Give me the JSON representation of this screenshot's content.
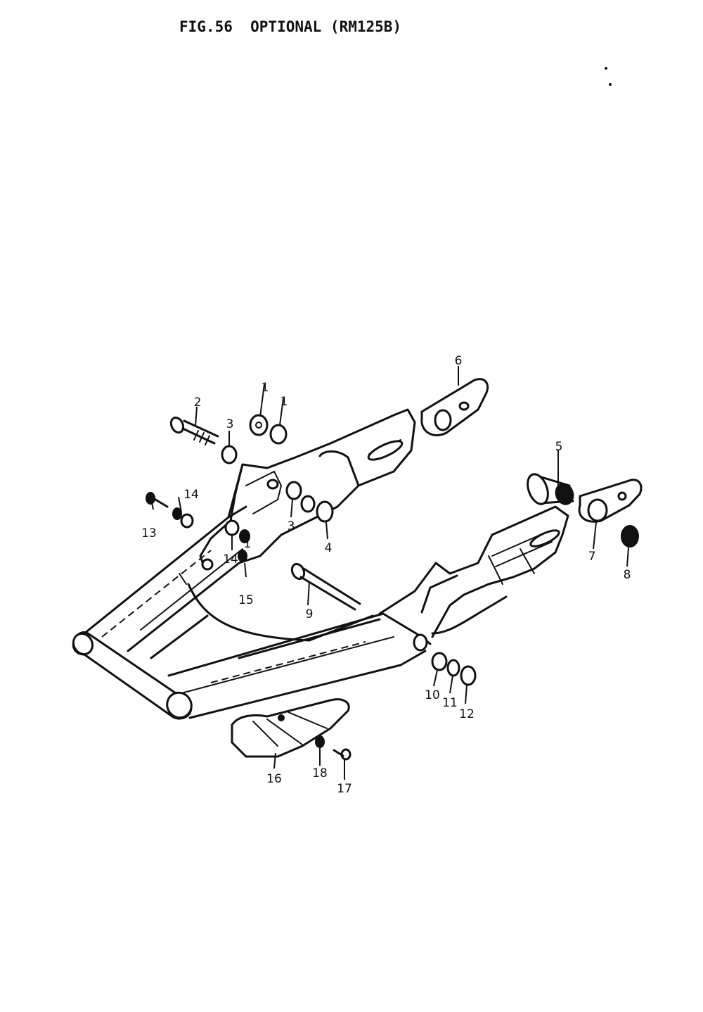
{
  "title": "FIG.56  OPTIONAL (RM125B)",
  "callouts": {
    "c1a": "1",
    "c1b": "1",
    "c1c": "1",
    "c2": "2",
    "c3a": "3",
    "c3b": "3",
    "c4": "4",
    "c5": "5",
    "c6": "6",
    "c7": "7",
    "c8": "8",
    "c9": "9",
    "c10": "10",
    "c11": "11",
    "c12": "12",
    "c13": "13",
    "c14a": "14",
    "c14b": "14",
    "c15": "15",
    "c16": "16",
    "c17": "17",
    "c18": "18"
  }
}
